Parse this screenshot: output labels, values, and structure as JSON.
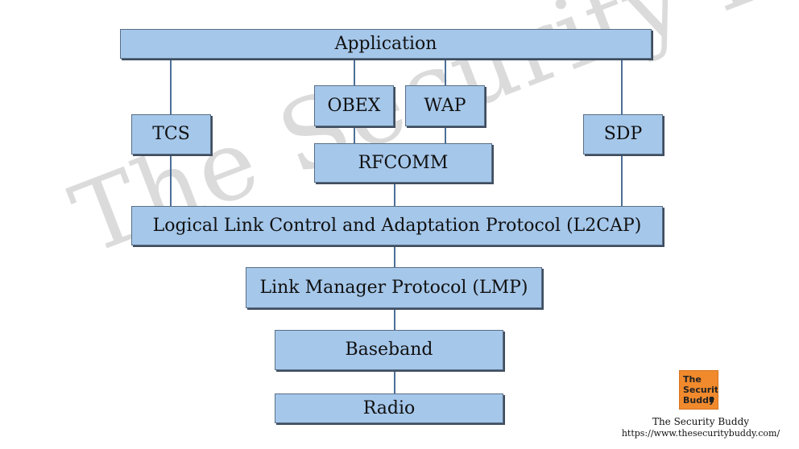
{
  "diagram": {
    "watermark": "The Security Buddy",
    "nodes": {
      "application": "Application",
      "tcs": "TCS",
      "obex": "OBEX",
      "wap": "WAP",
      "sdp": "SDP",
      "rfcomm": "RFCOMM",
      "l2cap": "Logical Link Control and Adaptation Protocol (L2CAP)",
      "lmp": "Link Manager Protocol (LMP)",
      "baseband": "Baseband",
      "radio": "Radio"
    },
    "colors": {
      "box_fill": "#a5c7ea",
      "box_border": "#5a6f86",
      "box_shadow": "#3f4d5f",
      "connector": "#4c6f98",
      "logo": "#f08a2d",
      "watermark": "#d9d9d9"
    }
  },
  "branding": {
    "logo_text": {
      "line1": "The",
      "line2": "Security",
      "line3": "Buddy"
    },
    "name": "The Security Buddy",
    "url": "https://www.thesecuritybuddy.com/"
  }
}
